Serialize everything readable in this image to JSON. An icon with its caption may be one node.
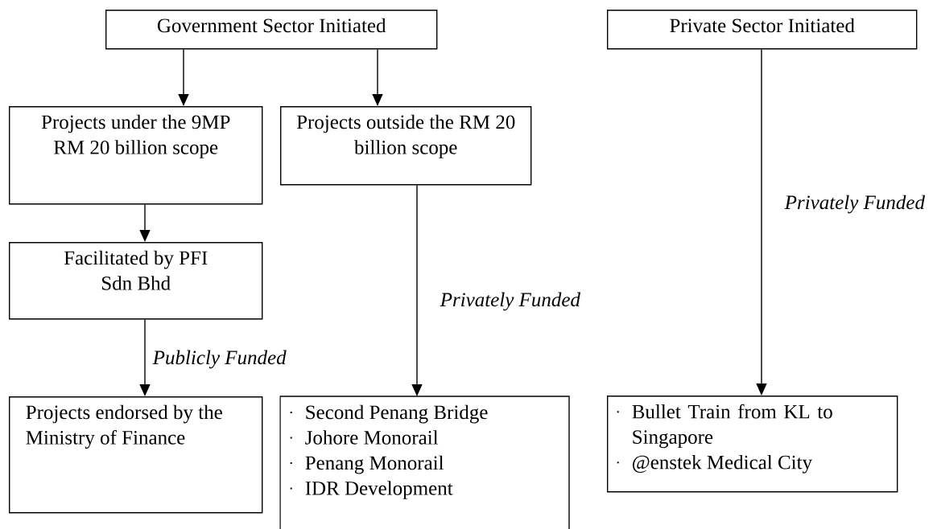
{
  "diagram": {
    "nodes": [
      {
        "text": [
          "Government Sector Initiated"
        ]
      },
      {
        "text": [
          "Private Sector Initiated"
        ]
      },
      {
        "text": [
          "Projects under the 9MP RM 20 billion scope"
        ]
      },
      {
        "text": [
          "Projects outside the RM 20 billion scope"
        ]
      },
      {
        "text": [
          "Facilitated by PFI Sdn Bhd"
        ]
      },
      {
        "text": [
          "Projects endorsed by the Ministry of Finance"
        ]
      },
      {
        "text": [
          "Second Penang Bridge",
          "Johore Monorail",
          "Penang Monorail",
          "IDR Development"
        ]
      },
      {
        "text": [
          "Bullet Train from KL to Singapore",
          "@enstek Medical City"
        ]
      }
    ],
    "edges": [
      {
        "from": 0,
        "to": 2,
        "arrow": "to"
      },
      {
        "from": 0,
        "to": 3,
        "arrow": "to"
      },
      {
        "from": 2,
        "to": 4,
        "arrow": "to"
      },
      {
        "from": 3,
        "to": 6,
        "arrow": "to",
        "label": "Privately Funded"
      },
      {
        "from": 4,
        "to": 5,
        "arrow": "to",
        "label": "Publicly Funded"
      },
      {
        "from": 1,
        "to": 7,
        "arrow": "to",
        "label": "Privately Funded"
      }
    ]
  }
}
